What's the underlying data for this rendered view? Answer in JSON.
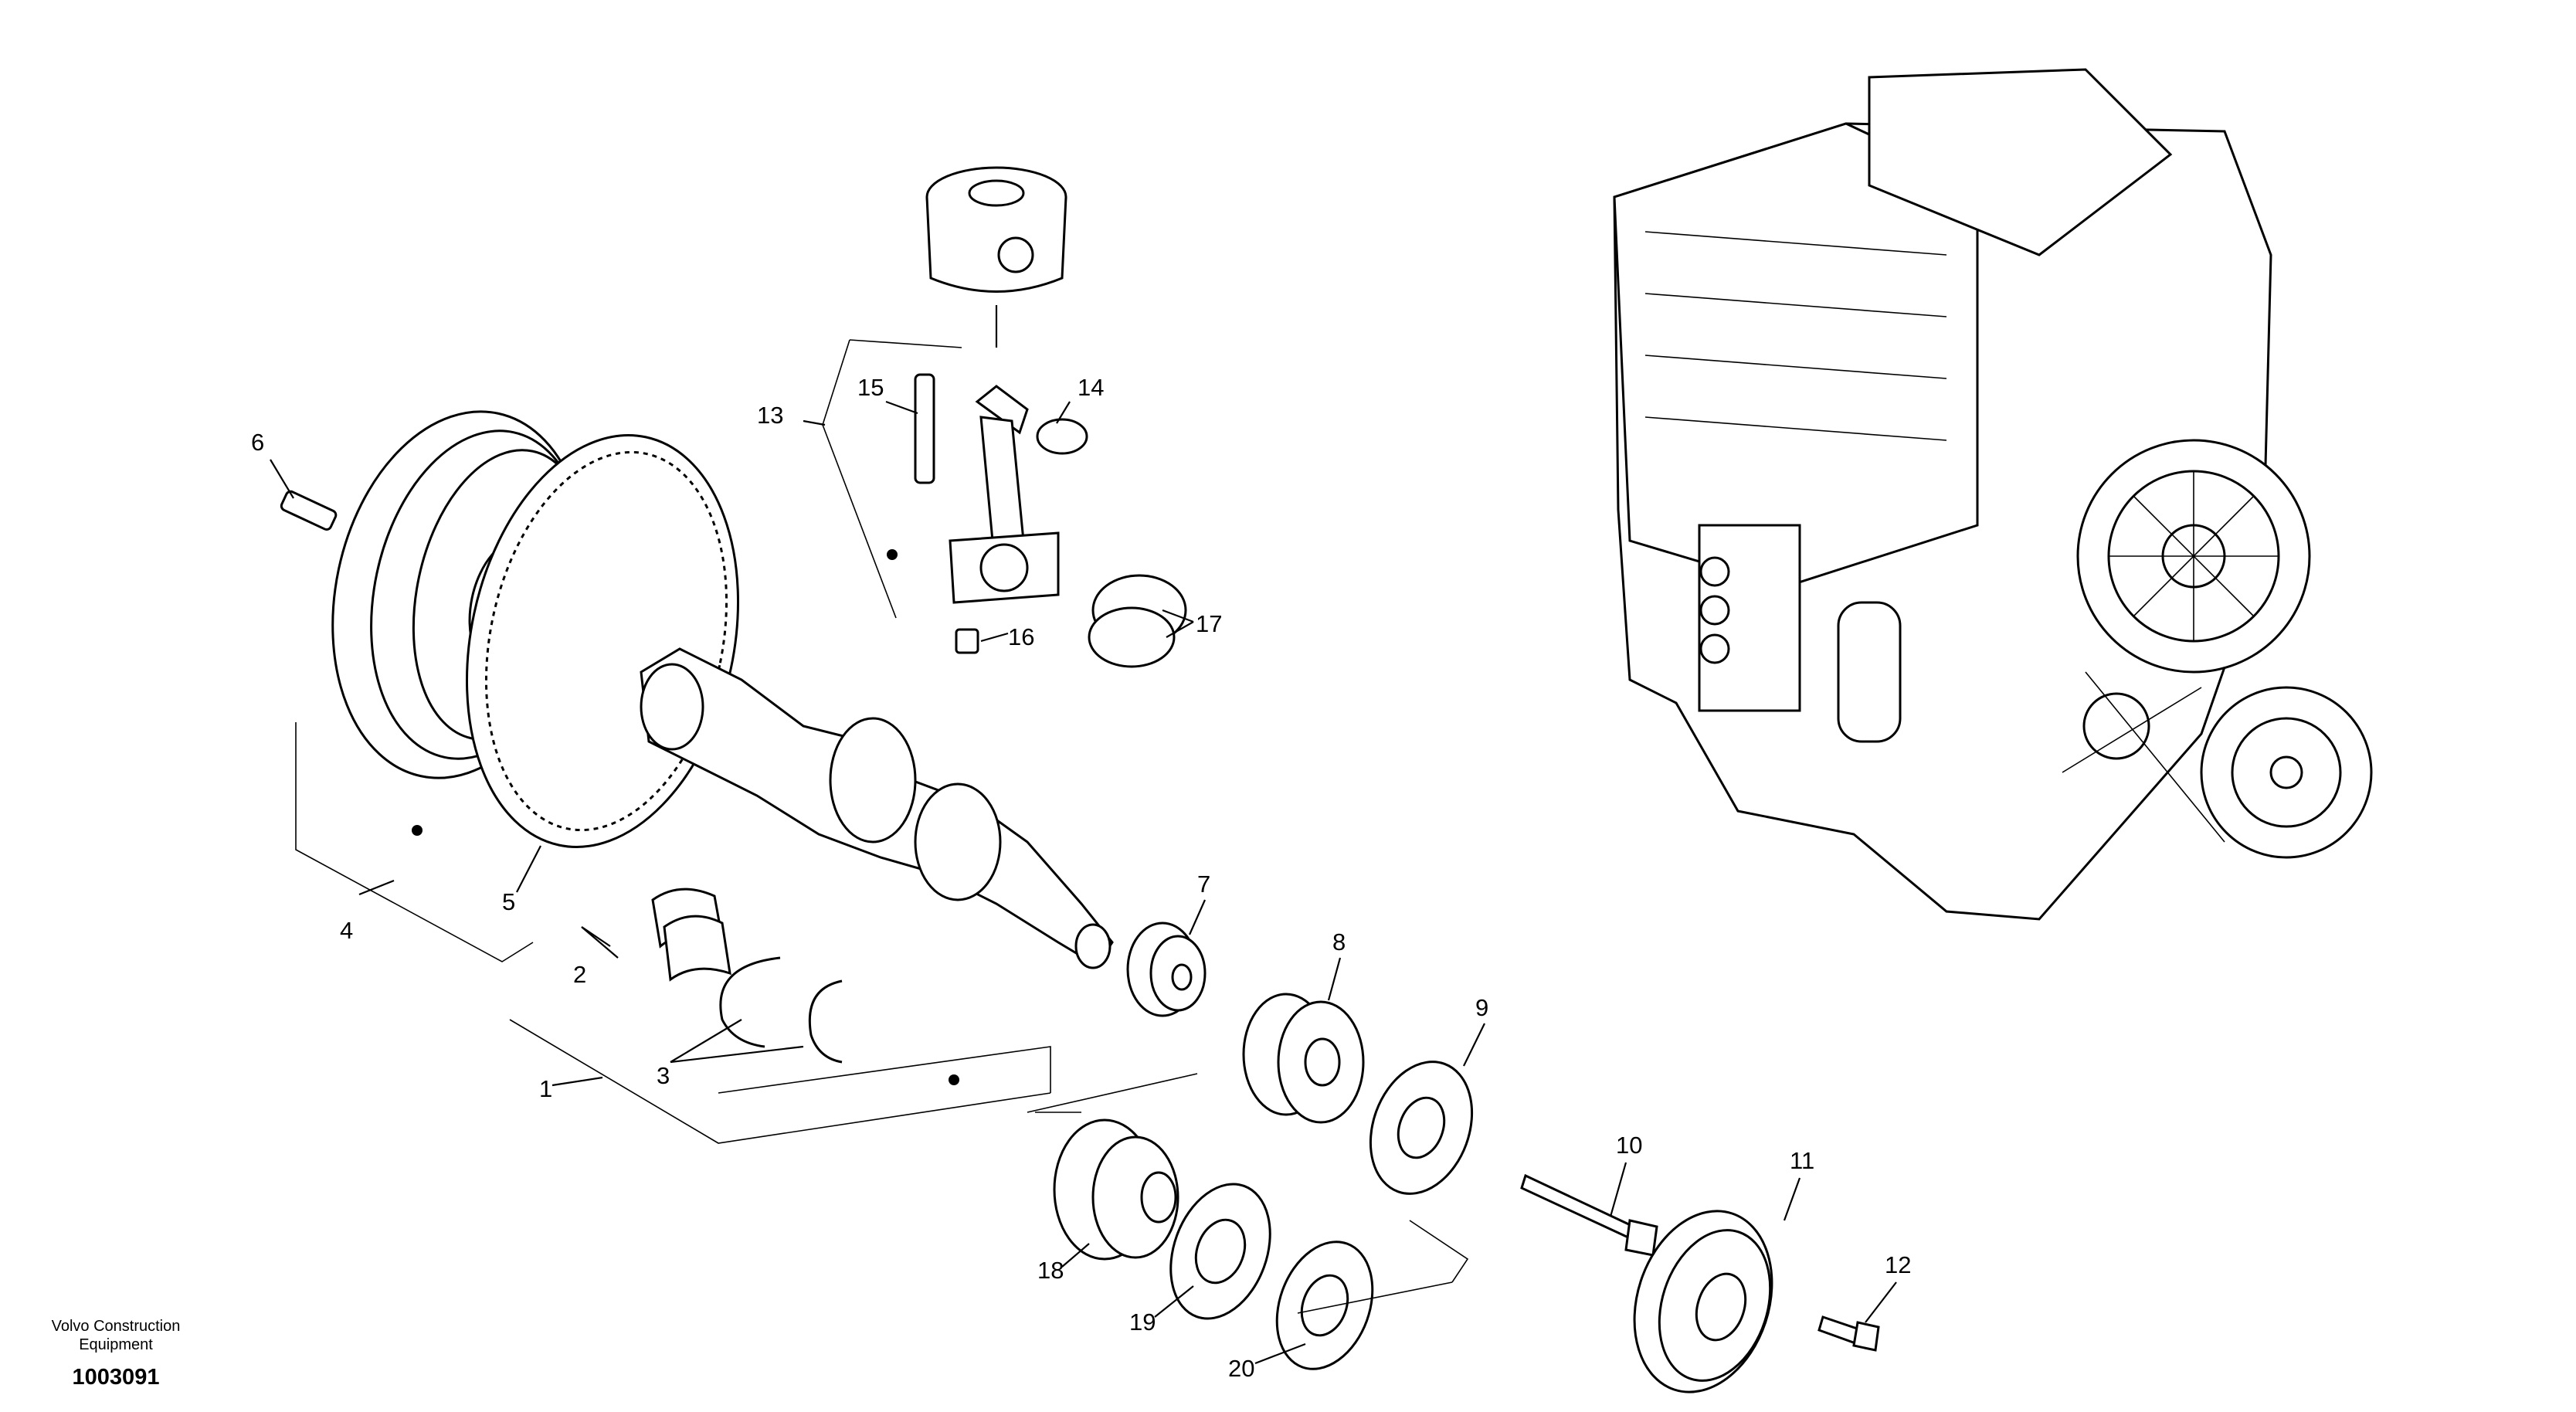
{
  "figure": {
    "callouts": [
      "1",
      "2",
      "3",
      "4",
      "5",
      "6",
      "7",
      "8",
      "9",
      "10",
      "11",
      "12",
      "13",
      "14",
      "15",
      "16",
      "17",
      "18",
      "19",
      "20"
    ]
  },
  "footer": {
    "brand_line1": "Volvo Construction",
    "brand_line2": "Equipment",
    "drawing_number": "1003091"
  }
}
